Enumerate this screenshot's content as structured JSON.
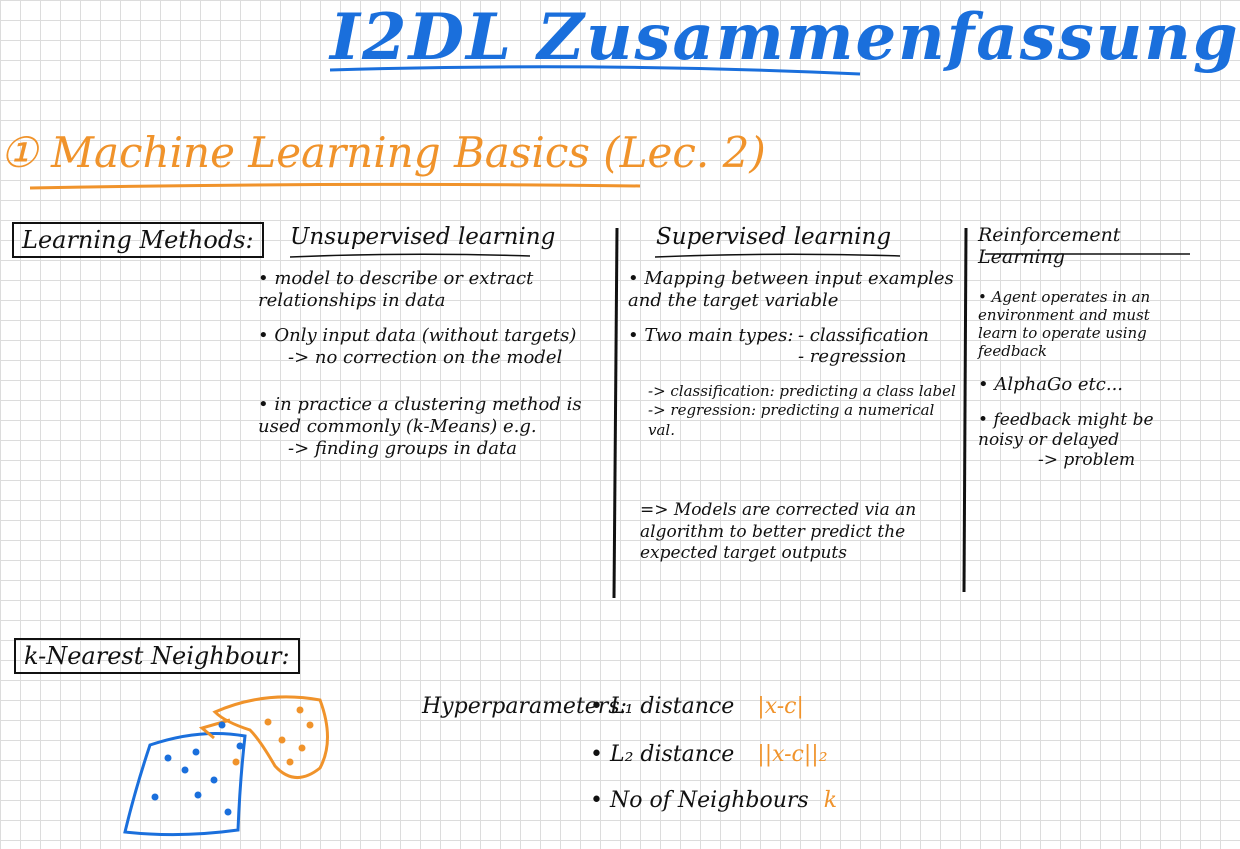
{
  "colors": {
    "blue": "#1a6fdc",
    "orange": "#f0932b",
    "ink": "#111111"
  },
  "title": "I2DL Zusammenfassung",
  "section1": "① Machine Learning Basics (Lec. 2)",
  "learning_methods": {
    "box_label": "Learning Methods:",
    "unsupervised": {
      "heading": "Unsupervised learning",
      "b1": "model to describe or extract relationships in data",
      "b2": "Only input data (without targets)",
      "b2_note": "-> no correction on the model",
      "b3": "in practice a clustering method is used commonly",
      "b3_note": "(k-Means) e.g.",
      "b3_sub": "-> finding groups in data"
    },
    "supervised": {
      "heading": "Supervised learning",
      "b1": "Mapping between input examples and the target variable",
      "b2": "Two main types:",
      "type1": "- classification",
      "type2": "- regression",
      "note1": "-> classification: predicting a class label",
      "note2": "-> regression: predicting a numerical val.",
      "conclusion": "=> Models are corrected via an algorithm to better predict the expected target outputs"
    },
    "reinforcement": {
      "heading": "Reinforcement Learning",
      "b1": "Agent operates in an environment and must learn to operate using feedback",
      "b2": "AlphaGo etc...",
      "b3": "feedback might be noisy or delayed",
      "b3_sub": "-> problem"
    }
  },
  "knn": {
    "box_label": "k-Nearest Neighbour:",
    "hyperparameters_label": "Hyperparameters:",
    "h1_label": "• L₁ distance",
    "h1_formula": "|x-c|",
    "h2_label": "• L₂ distance",
    "h2_formula": "||x-c||₂",
    "h3_label": "• No of Neighbours",
    "h3_formula": "k"
  }
}
